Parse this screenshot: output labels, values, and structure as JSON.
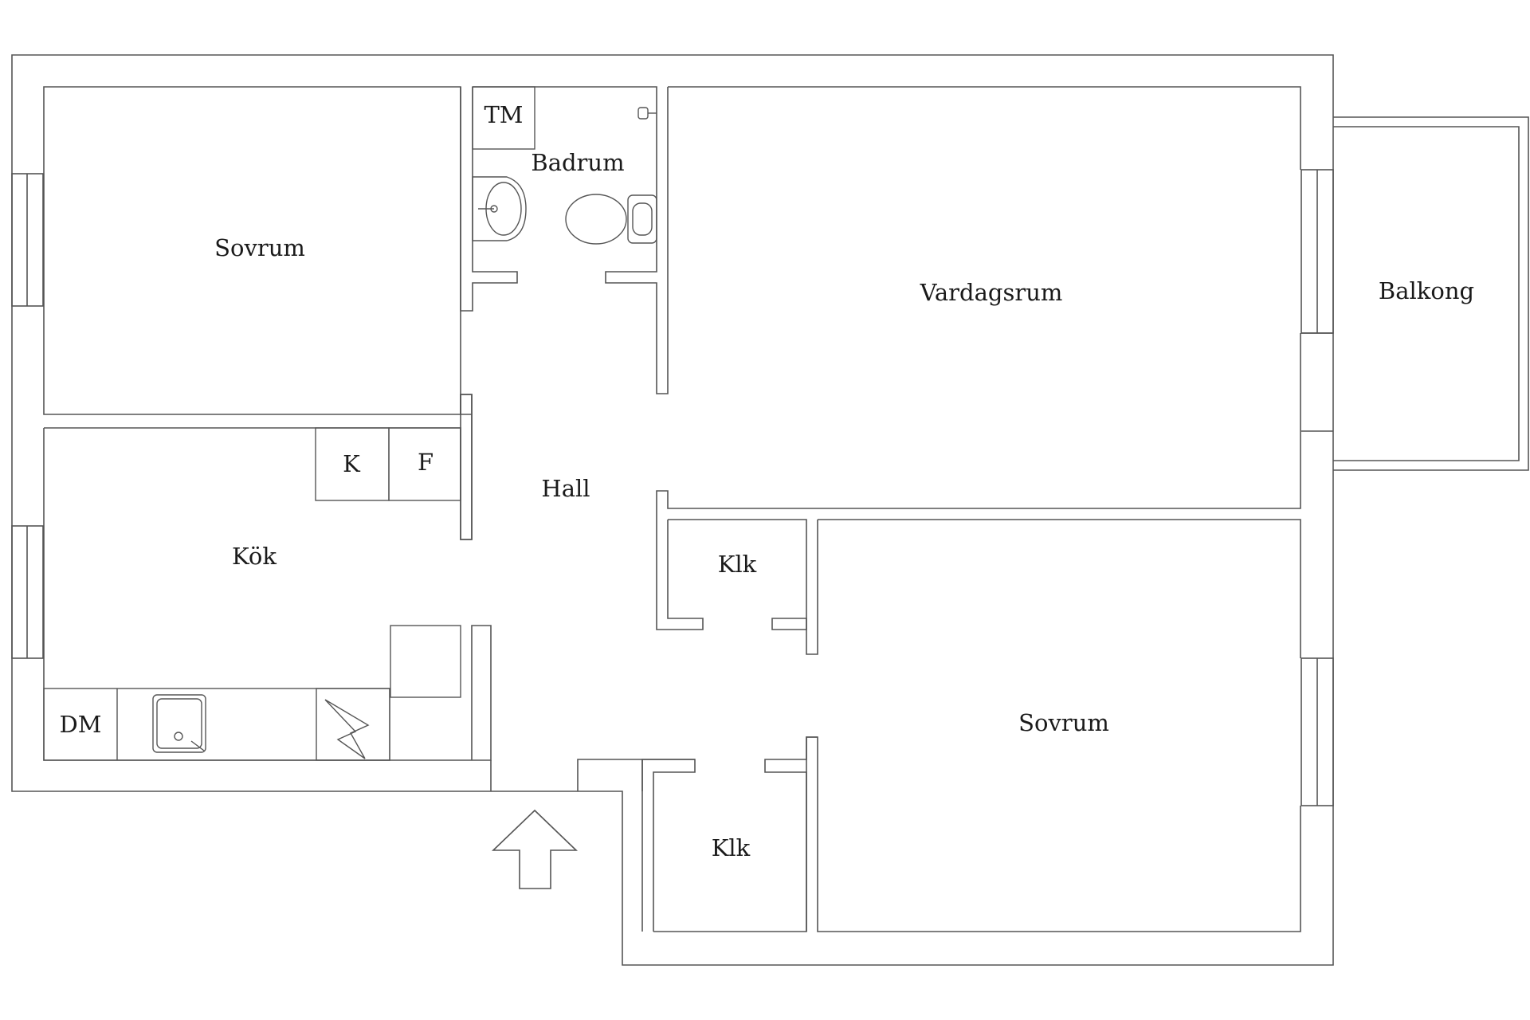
{
  "rooms": {
    "sovrum_1": "Sovrum",
    "tm": "TM",
    "badrum": "Badrum",
    "vardagsrum": "Vardagsrum",
    "balkong": "Balkong",
    "k": "K",
    "f": "F",
    "hall": "Hall",
    "kok": "Kök",
    "klk_1": "Klk",
    "dm": "DM",
    "sovrum_2": "Sovrum",
    "klk_2": "Klk"
  }
}
